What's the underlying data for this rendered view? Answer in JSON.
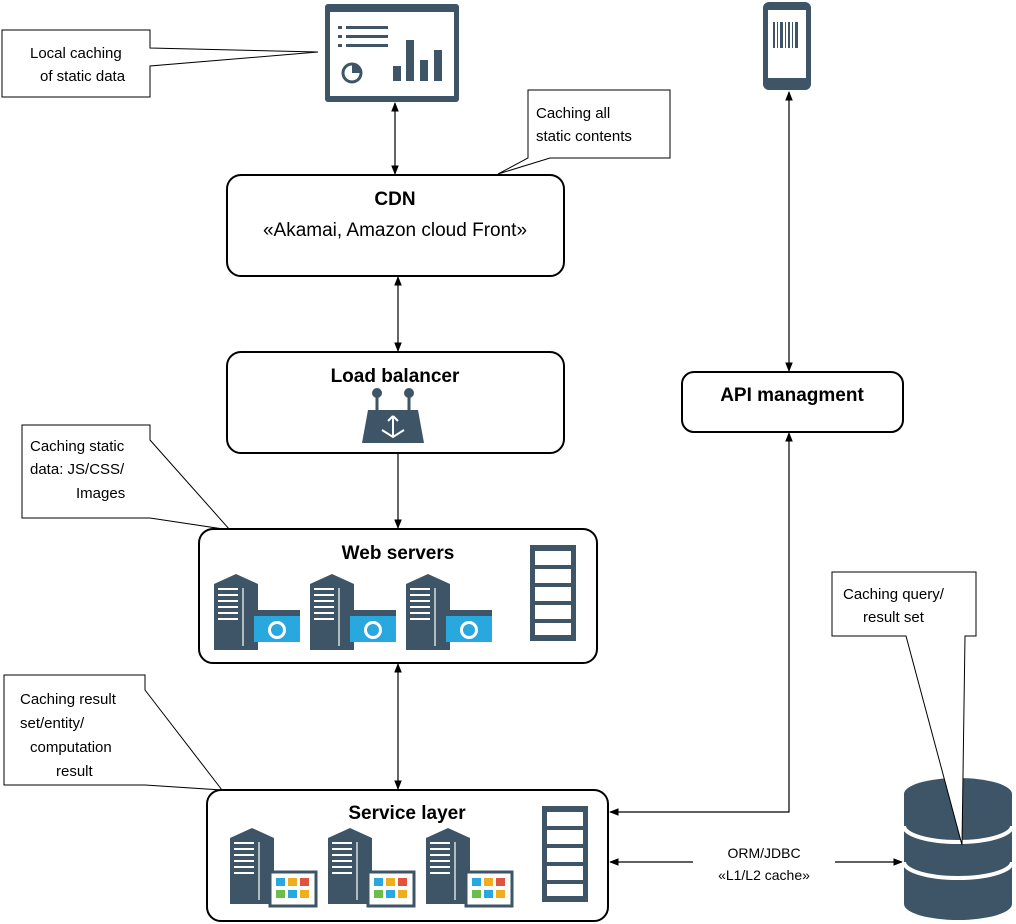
{
  "nodes": {
    "cdn": {
      "title": "CDN",
      "subtitle": "«Akamai, Amazon cloud Front»"
    },
    "load_balancer": {
      "title": "Load balancer"
    },
    "web_servers": {
      "title": "Web servers"
    },
    "service_layer": {
      "title": "Service layer"
    },
    "api_management": {
      "title": "API managment"
    }
  },
  "callouts": {
    "local_caching": [
      "Local caching",
      "of static data"
    ],
    "cdn_caching": [
      "Caching all",
      "static contents"
    ],
    "web_caching": [
      "Caching static",
      "data: JS/CSS/",
      "Images"
    ],
    "service_caching": [
      "Caching result",
      "set/entity/",
      "computation",
      "result"
    ],
    "db_caching": [
      "Caching query/",
      "result set"
    ]
  },
  "edges": {
    "orm_label": [
      "ORM/JDBC",
      "«L1/L2 cache»"
    ]
  },
  "colors": {
    "icon": "#3d5566",
    "web_badge": "#29a8e0",
    "tile_colors": [
      "#29a8e0",
      "#f0ad1e",
      "#e0533d",
      "#6abf4b"
    ]
  },
  "icons": {
    "dashboard": "dashboard-monitor-icon",
    "phone": "mobile-phone-icon",
    "load_balancer": "load-balancer-icon",
    "web_server": "web-server-icon",
    "app_server": "app-server-icon",
    "rack": "server-rack-icon",
    "database": "database-icon"
  }
}
